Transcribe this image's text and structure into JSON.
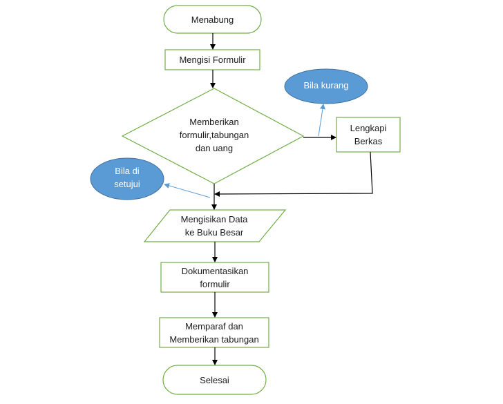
{
  "nodes": {
    "start": "Menabung",
    "fill_form": "Mengisi Formulir",
    "decision": "Memberikan\nformulir,tabungan\ndan uang",
    "complete_docs": "Lengkapi\nBerkas",
    "if_lacking": "Bila kurang",
    "if_approved": "Bila di\nsetujui",
    "ledger": "Mengisikan Data\nke Buku Besar",
    "document": "Dokumentasikan\nformulir",
    "initial": "Memparaf dan\nMemberikan tabungan",
    "end": "Selesai"
  },
  "colors": {
    "node_border": "#70ad47",
    "note_fill": "#5b9bd5",
    "note_border": "#41719c",
    "note_arrow": "#5b9bd5",
    "arrow": "#000000",
    "text": "#1a1a1a"
  }
}
